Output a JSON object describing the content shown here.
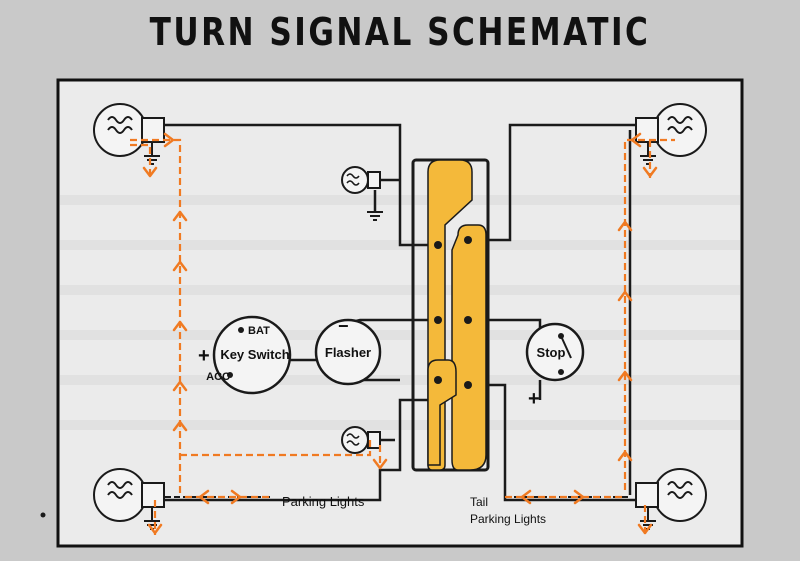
{
  "title": "TURN SIGNAL SCHEMATIC",
  "components": {
    "key_switch": {
      "label": "Key Switch",
      "terminal_bat": "BAT",
      "terminal_acc": "ACC"
    },
    "flasher": {
      "label": "Flasher"
    },
    "stop": {
      "label": "Stop"
    },
    "parking_lights": {
      "label": "Parking Lights"
    },
    "tail_parking_lights": {
      "line1": "Tail",
      "line2": "Parking Lights"
    },
    "plus": "+",
    "minus": "−"
  },
  "colors": {
    "switch_body": "#f4b93a",
    "arrow_path": "#f07a22",
    "wire": "#1a1a1a",
    "frame_fill": "#ebebeb"
  }
}
